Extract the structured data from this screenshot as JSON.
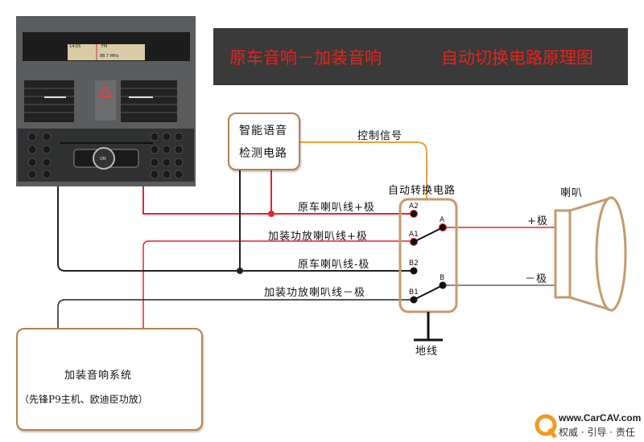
{
  "title": {
    "left": "原车音响－加装音响",
    "right": "自动切换电路原理图",
    "text_color": "#e8221b",
    "bg_color": "#3a3a3a"
  },
  "head_unit": {
    "clock": "14:55",
    "band": "FM",
    "frequency": "88.7 MHz",
    "knob": "ON"
  },
  "detection_box": {
    "line1": "智能语音",
    "line2": "检测电路"
  },
  "control_signal_label": "控制信号",
  "switch_box": {
    "label": "自动转换电路",
    "terminals": [
      "A2",
      "A1",
      "B2",
      "B1",
      "A",
      "B"
    ]
  },
  "wires": {
    "orig_pos": "原车喇叭线+极",
    "amp_pos": "加装功放喇叭线+极",
    "orig_neg": "原车喇叭线-极",
    "amp_neg": "加装功放喇叭线－极"
  },
  "ground_label": "地线",
  "speaker": {
    "label": "喇叭",
    "pos": "+极",
    "neg": "－极"
  },
  "amp_box": {
    "line1": "加装音响系统",
    "line2": "（先锋P9主机、欧迪臣功放）"
  },
  "logo": {
    "url_text": "www.CarCAV.com",
    "slogan": "权威 · 引导 · 责任"
  },
  "colors": {
    "positive_wire": "#e8242a",
    "negative_wire": "#222222",
    "control_wire": "#f0a040",
    "box_border": "#b5824f"
  }
}
